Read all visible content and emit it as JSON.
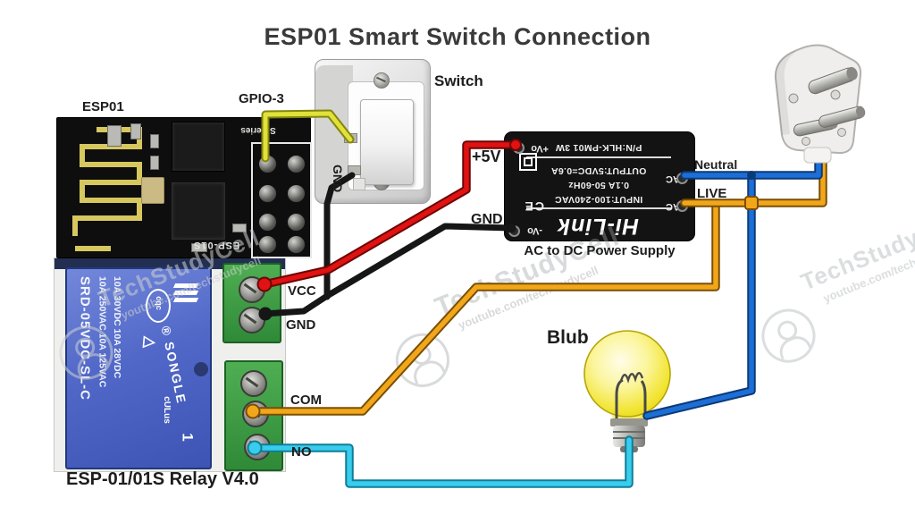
{
  "title": "ESP01 Smart Switch Connection",
  "esp01": {
    "label": "ESP01",
    "series_text": "S Series",
    "model_text": "ESP-01S"
  },
  "switch": {
    "label": "Switch",
    "gpio_label": "GPIO-3",
    "gnd_label": "GND"
  },
  "psu": {
    "caption": "AC to DC Power Supply",
    "brand": "Hi-Link",
    "pn": "P/N:HLK-PM01 3W",
    "output": "OUTPUT:5VDC=0.6A",
    "current": "0.1A 50-60Hz",
    "input": "INPUT:100-240VAC",
    "ce": "CE",
    "pin_vplus": "+Vo",
    "pin_vminus": "-Vo",
    "pin_ac_top": "AC",
    "pin_ac_bottom": "AC",
    "label_5v": "+5V",
    "label_gnd": "GND"
  },
  "relay": {
    "caption": "ESP-01/01S Relay V4.0",
    "model": "SRD-05VDC-SL-C",
    "rating_ac": "10A 250VAC 10A 125VAC",
    "rating_dc": "10A 30VDC 10A 28VDC",
    "brand": "® SONGLE",
    "cqc": "cqc",
    "ul": "cULus",
    "mark": "1",
    "terminal_vcc": "VCC",
    "terminal_gnd": "GND",
    "terminal_com": "COM",
    "terminal_no": "NO"
  },
  "mains": {
    "neutral_label": "Neutral",
    "live_label": "LIVE"
  },
  "bulb": {
    "label": "Blub"
  },
  "watermark": {
    "brand": "TechStudyCell",
    "url": "youtube.com/techstudycell"
  },
  "colors": {
    "wire_red": "#e01212",
    "wire_red_outline": "#6d0606",
    "wire_black": "#161616",
    "wire_yellow": "#e0e23a",
    "wire_yellow_outline": "#83860f",
    "wire_orange": "#f2a71b",
    "wire_orange_outline": "#7a4f06",
    "wire_blue": "#1d6fd6",
    "wire_blue_outline": "#0c3a78",
    "wire_cyan": "#38cdec",
    "wire_cyan_outline": "#0f7d97"
  }
}
